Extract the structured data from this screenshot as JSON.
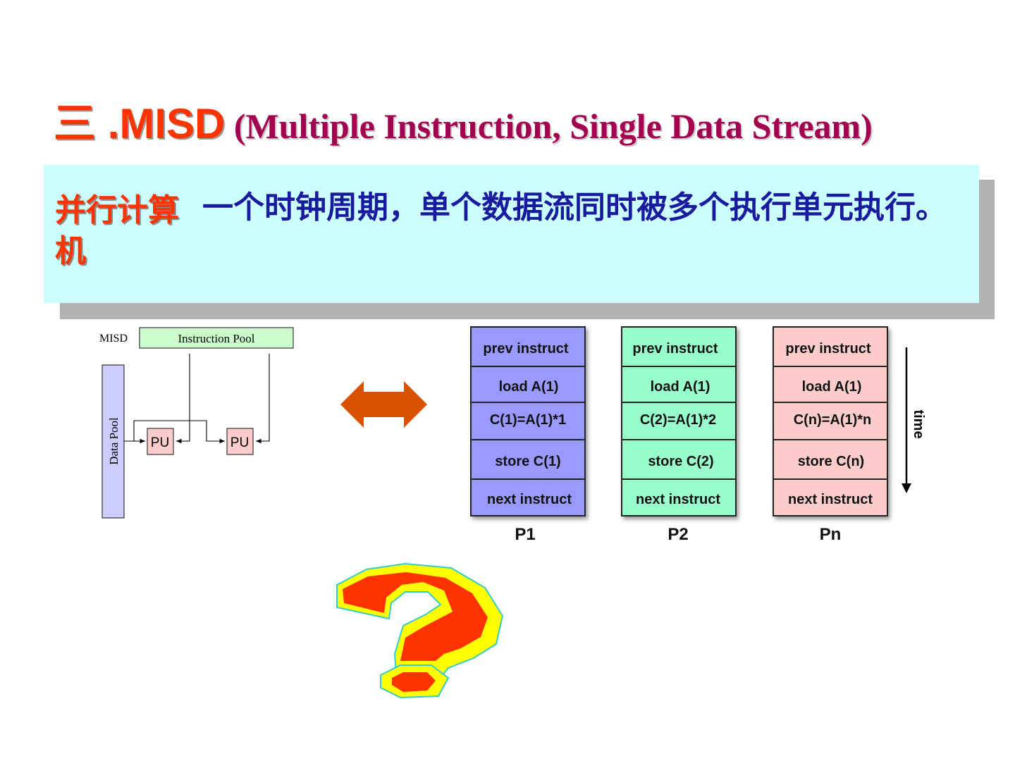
{
  "title": {
    "main": "三 .MISD",
    "sub": " (Multiple Instruction, Single Data Stream)"
  },
  "box": {
    "label": "并行计算机",
    "text": "一个时钟周期，单个数据流同时被多个执行单元执行。"
  },
  "misd_diagram": {
    "label": "MISD",
    "instruction_pool": "Instruction Pool",
    "data_pool": "Data Pool",
    "pu": [
      "PU",
      "PU"
    ]
  },
  "processors": [
    {
      "name": "P1",
      "steps": [
        "prev instruct",
        "load A(1)",
        "C(1)=A(1)*1",
        "store C(1)",
        "next instruct"
      ]
    },
    {
      "name": "P2",
      "steps": [
        "prev instruct",
        "load A(1)",
        "C(2)=A(1)*2",
        "store C(2)",
        "next instruct"
      ]
    },
    {
      "name": "Pn",
      "steps": [
        "prev instruct",
        "load A(1)",
        "C(n)=A(1)*n",
        "store C(n)",
        "next instruct"
      ]
    }
  ],
  "time_label": "time",
  "colors": {
    "title_main": "#ff3300",
    "title_sub": "#a3004f",
    "box_bg": "#ccffff",
    "box_text": "#1a1a9e",
    "p1": "#9999ff",
    "p2": "#99ffcc",
    "pn": "#ffcccc",
    "double_arrow": "#d95200",
    "question_fill": "#ff3300",
    "question_outline": "#ffff00"
  }
}
